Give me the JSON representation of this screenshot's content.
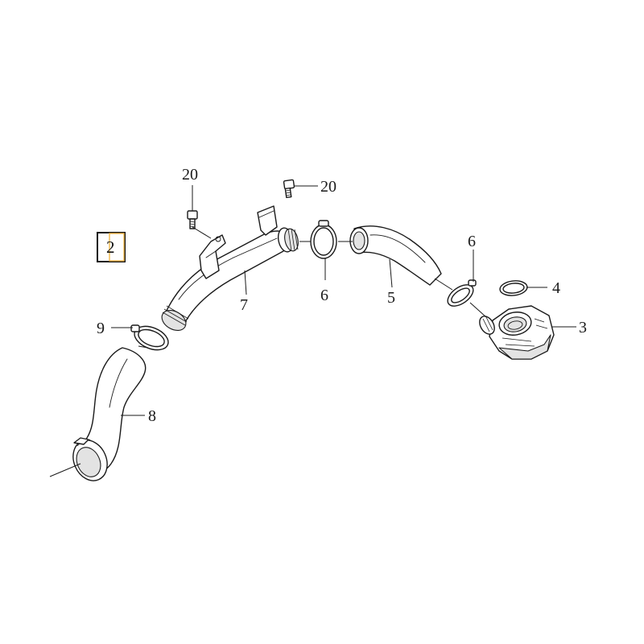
{
  "diagram": {
    "reference_box": {
      "label": "2"
    },
    "callouts": [
      {
        "id": "callout-20-left",
        "label": "20"
      },
      {
        "id": "callout-20-right",
        "label": "20"
      },
      {
        "id": "callout-7",
        "label": "7"
      },
      {
        "id": "callout-6-middle",
        "label": "6"
      },
      {
        "id": "callout-5",
        "label": "5"
      },
      {
        "id": "callout-6-right",
        "label": "6"
      },
      {
        "id": "callout-4",
        "label": "4"
      },
      {
        "id": "callout-3",
        "label": "3"
      },
      {
        "id": "callout-9",
        "label": "9"
      },
      {
        "id": "callout-8",
        "label": "8"
      }
    ],
    "colors": {
      "line": "#1a1a1a",
      "highlight": "#f2b84b",
      "background": "#ffffff"
    }
  }
}
